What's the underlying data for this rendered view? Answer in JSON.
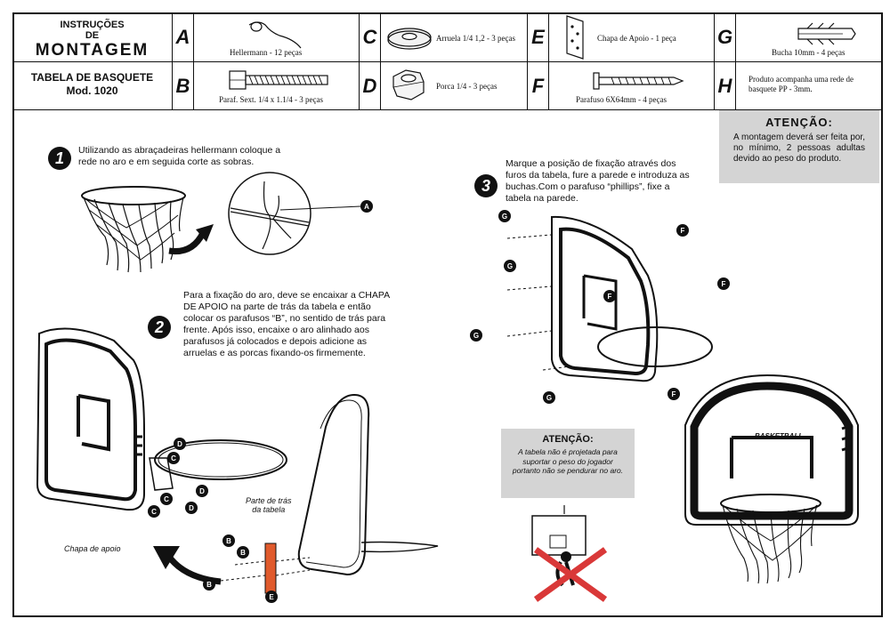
{
  "header": {
    "title_top": "INSTRUÇÕES\nDE",
    "title_big": "MONTAGEM",
    "product": "TABELA DE BASQUETE",
    "model": "Mod. 1020"
  },
  "parts": [
    {
      "letter": "A",
      "label": "Hellermann - 12 peças"
    },
    {
      "letter": "B",
      "label": "Paraf. Sext. 1/4 x 1.1/4 - 3 peças"
    },
    {
      "letter": "C",
      "label": "Arruela 1/4 1,2 - 3 peças"
    },
    {
      "letter": "D",
      "label": "Porca 1/4 - 3 peças"
    },
    {
      "letter": "E",
      "label": "Chapa de Apoio - 1 peça"
    },
    {
      "letter": "F",
      "label": "Parafuso 6X64mm - 4 peças"
    },
    {
      "letter": "G",
      "label": "Bucha 10mm - 4 peças"
    },
    {
      "letter": "H",
      "label": "Produto acompanha uma rede de basquete PP - 3mm."
    }
  ],
  "warning_top": {
    "title": "ATENÇÃO:",
    "text": "A montagem deverá ser feita por, no mínimo, 2 pessoas adultas devido ao peso do produto."
  },
  "steps": [
    {
      "num": "1",
      "text": "Utilizando as abraçadeiras hellermann coloque a rede no aro e em seguida corte as sobras."
    },
    {
      "num": "2",
      "text": "Para a fixação do aro, deve se encaixar a CHAPA DE APOIO na parte de trás da tabela e então colocar os parafusos “B”, no sentido de trás para frente. Após isso, encaixe o aro alinhado aos parafusos já colocados e depois adicione as arruelas e as porcas fixando-os firmemente."
    },
    {
      "num": "3",
      "text": "Marque a posição de fixação através dos furos da tabela, fure a parede e introduza as buchas.Com o parafuso “phillips”, fixe a tabela na parede."
    }
  ],
  "warning_mid": {
    "title": "ATENÇÃO:",
    "text": "A tabela não é projetada para suportar o peso do jogador portanto não se pendurar no aro."
  },
  "captions": {
    "back_of_board": "Parte de trás\nda tabela",
    "support_plate": "Chapa de apoio",
    "board_text": "BASKETBALL"
  }
}
